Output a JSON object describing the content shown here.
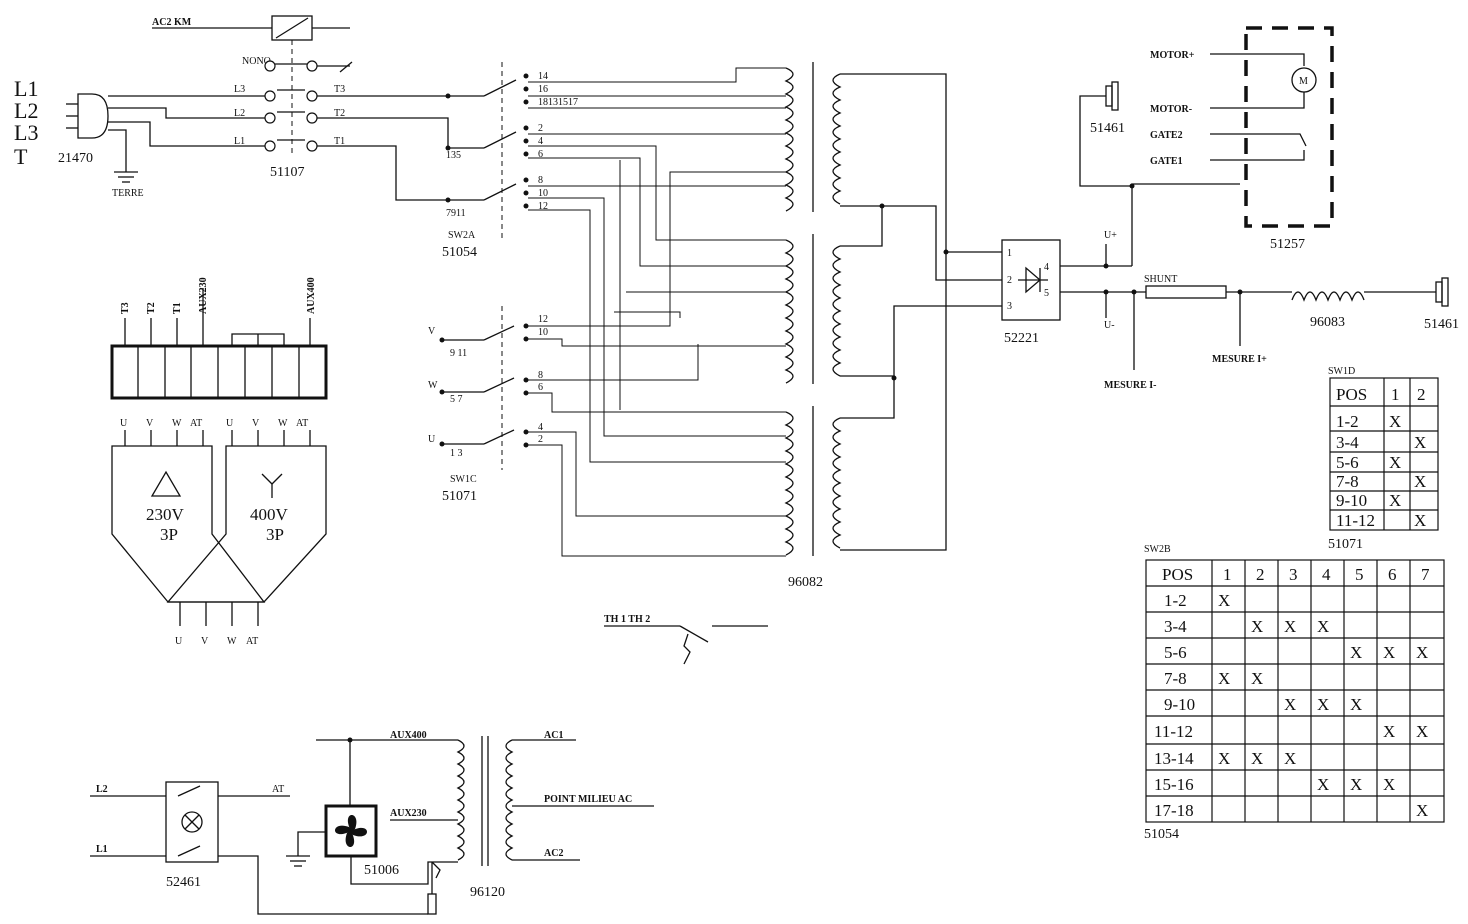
{
  "mains": {
    "l1": "L1",
    "l2": "L2",
    "l3": "L3",
    "t": "T",
    "plug_ref": "21470",
    "earth_label": "TERRE"
  },
  "contactor": {
    "coil_label": "AC2 KM",
    "nono_label": "NONO",
    "in_l3": "L3",
    "in_l2": "L2",
    "in_l1": "L1",
    "out_t3": "T3",
    "out_t2": "T2",
    "out_t1": "T1",
    "ref": "51107"
  },
  "sw2a": {
    "name": "SW2A",
    "ref": "51054",
    "contacts": [
      "14",
      "16",
      "18131517",
      "2",
      "4",
      "6",
      "8",
      "10",
      "12"
    ],
    "common1": "135",
    "common2": "7911"
  },
  "sw1c": {
    "name": "SW1C",
    "ref": "51071",
    "inputs": [
      "V",
      "W",
      "U"
    ],
    "sub_v": "9  11",
    "sub_w": "5    7",
    "sub_u": "1    3",
    "contacts": [
      "12",
      "10",
      "8",
      "6",
      "4",
      "2"
    ]
  },
  "terminal_block": {
    "top_labels": [
      "T3",
      "T2",
      "T1",
      "AUX230",
      "AUX400"
    ],
    "sub_labels": [
      "U",
      "V",
      "W",
      "AT",
      "U",
      "V",
      "W",
      "AT"
    ],
    "delta_volt": "230V",
    "delta_phase": "3P",
    "star_volt": "400V",
    "star_phase": "3P",
    "bottom_labels": [
      "U",
      "V",
      "W",
      "AT"
    ]
  },
  "transformer": {
    "ref": "96082"
  },
  "rectifier": {
    "ref": "52221",
    "pins": [
      "1",
      "2",
      "3",
      "4",
      "5"
    ],
    "u_plus": "U+",
    "u_minus": "U-"
  },
  "motor_group": {
    "ref": "51257",
    "motor_plus": "MOTOR+",
    "motor_minus": "MOTOR-",
    "gate2": "GATE2",
    "gate1": "GATE1",
    "motor_symbol": "M"
  },
  "connectors": {
    "top": "51461",
    "right": "51461"
  },
  "shunt": {
    "label": "SHUNT",
    "inductor_ref": "96083",
    "mesure_minus": "MESURE I-",
    "mesure_plus": "MESURE I+"
  },
  "thermal": {
    "label": "TH 1 TH 2"
  },
  "aux_circuit": {
    "l2": "L2",
    "l1": "L1",
    "at": "AT",
    "lamp_ref": "52461",
    "fan_ref": "51006",
    "aux400": "AUX400",
    "aux230": "AUX230",
    "ac1": "AC1",
    "mid": "POINT MILIEU AC",
    "ac2": "AC2",
    "trafo_ref": "96120"
  },
  "sw1d_table": {
    "title": "SW1D",
    "headers": [
      "POS",
      "1",
      "2"
    ],
    "rows": [
      [
        "1-2",
        "X",
        ""
      ],
      [
        "3-4",
        "",
        "X"
      ],
      [
        "5-6",
        "X",
        ""
      ],
      [
        "7-8",
        "",
        "X"
      ],
      [
        "9-10",
        "X",
        ""
      ],
      [
        "11-12",
        "",
        "X"
      ]
    ],
    "ref": "51071"
  },
  "sw2b_table": {
    "title": "SW2B",
    "headers": [
      "POS",
      "1",
      "2",
      "3",
      "4",
      "5",
      "6",
      "7"
    ],
    "rows": [
      [
        "1-2",
        "X",
        "",
        "",
        "",
        "",
        "",
        ""
      ],
      [
        "3-4",
        "",
        "X",
        "X",
        "X",
        "",
        "",
        ""
      ],
      [
        "5-6",
        "",
        "",
        "",
        "",
        "X",
        "X",
        "X"
      ],
      [
        "7-8",
        "X",
        "X",
        "",
        "",
        "",
        "",
        ""
      ],
      [
        "9-10",
        "",
        "",
        "X",
        "X",
        "X",
        "",
        ""
      ],
      [
        "11-12",
        "",
        "",
        "",
        "",
        "",
        "X",
        "X"
      ],
      [
        "13-14",
        "X",
        "X",
        "X",
        "",
        "",
        "",
        ""
      ],
      [
        "15-16",
        "",
        "",
        "",
        "X",
        "X",
        "X",
        ""
      ],
      [
        "17-18",
        "",
        "",
        "",
        "",
        "",
        "",
        "X"
      ]
    ],
    "ref": "51054"
  }
}
